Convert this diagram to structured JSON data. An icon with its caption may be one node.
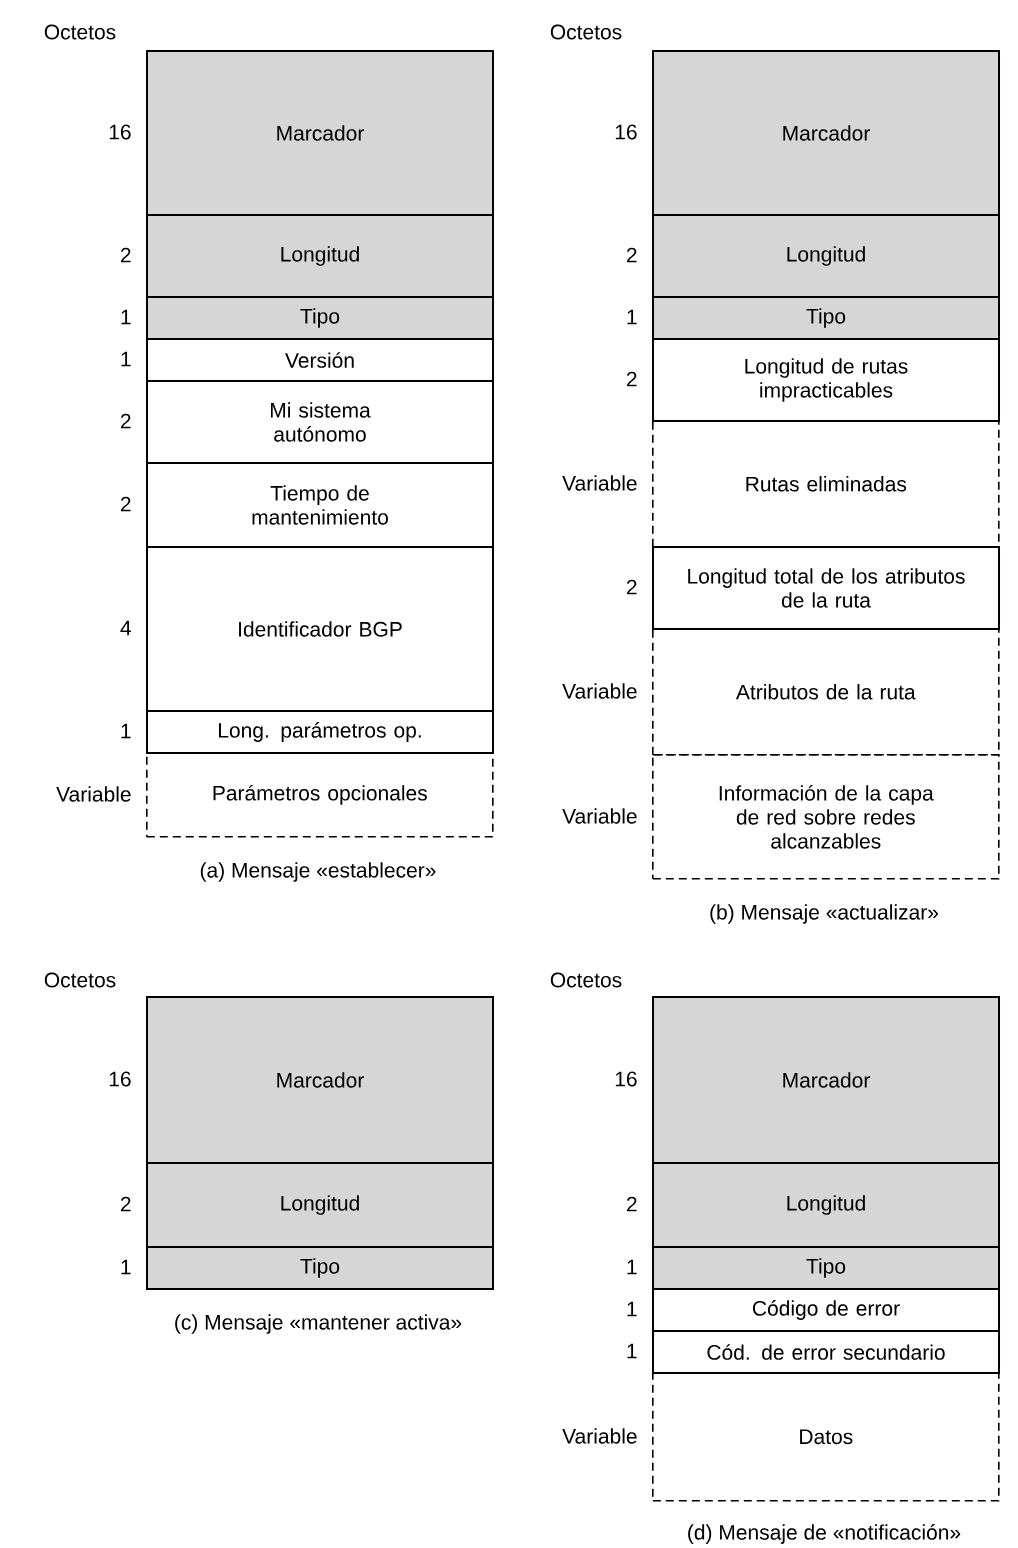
{
  "diagram": {
    "nodes": [
      {
        "text": [
          "Marcador"
        ],
        "beside": [
          "16"
        ]
      },
      {
        "text": [
          "Longitud"
        ],
        "beside": [
          "2"
        ]
      },
      {
        "text": [
          "Tipo"
        ],
        "beside": [
          "1"
        ]
      },
      {
        "text": [
          "Versión"
        ],
        "beside": [
          "1"
        ]
      },
      {
        "text": [
          "Mi sistema autónomo"
        ],
        "beside": [
          "2"
        ]
      },
      {
        "text": [
          "Tiempo de mantenimiento"
        ],
        "beside": [
          "2"
        ]
      },
      {
        "text": [
          "Identificador BGP"
        ],
        "beside": [
          "4"
        ]
      },
      {
        "text": [
          "Long. parámetros op."
        ],
        "beside": [
          "1"
        ]
      },
      {
        "text": [
          "Parámetros opcionales"
        ],
        "beside": [
          "Variable"
        ]
      },
      {
        "text": [
          "Marcador"
        ],
        "beside": [
          "16"
        ]
      },
      {
        "text": [
          "Longitud"
        ],
        "beside": [
          "2"
        ]
      },
      {
        "text": [
          "Tipo"
        ],
        "beside": [
          "1"
        ]
      },
      {
        "text": [
          "Longitud de rutas impracticables"
        ],
        "beside": [
          "2"
        ]
      },
      {
        "text": [
          "Rutas eliminadas"
        ],
        "beside": [
          "Variable"
        ]
      },
      {
        "text": [
          "Longitud total de los atributos de la ruta"
        ],
        "beside": [
          "2"
        ]
      },
      {
        "text": [
          "Atributos de la ruta"
        ],
        "beside": [
          "Variable"
        ]
      },
      {
        "text": [
          "Información de la capa de red sobre redes alcanzables"
        ],
        "beside": [
          "Variable"
        ]
      },
      {
        "text": [
          "Marcador"
        ],
        "beside": [
          "16"
        ]
      },
      {
        "text": [
          "Longitud"
        ],
        "beside": [
          "2"
        ]
      },
      {
        "text": [
          "Tipo"
        ],
        "beside": [
          "1"
        ]
      },
      {
        "text": [
          "Marcador"
        ],
        "beside": [
          "16"
        ]
      },
      {
        "text": [
          "Longitud"
        ],
        "beside": [
          "2"
        ]
      },
      {
        "text": [
          "Tipo"
        ],
        "beside": [
          "1"
        ]
      },
      {
        "text": [
          "Código de error"
        ],
        "beside": [
          "1"
        ]
      },
      {
        "text": [
          "Cód. de error secundario"
        ],
        "beside": [
          "1"
        ]
      },
      {
        "text": [
          "Datos"
        ],
        "beside": [
          "Variable"
        ]
      }
    ],
    "labels": [
      "Octetos",
      "Octetos",
      "(a) Mensaje «establecer»",
      "(b) Mensaje «actualizar»",
      "Octetos",
      "Octetos",
      "(c) Mensaje «mantener activa»",
      "(d) Mensaje de «notificación»"
    ]
  }
}
